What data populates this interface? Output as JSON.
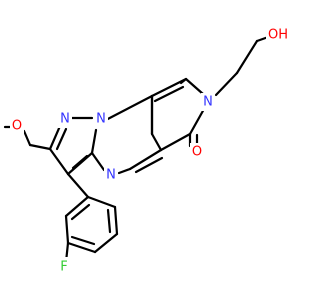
{
  "molecule": {
    "colors": {
      "bond": "#000000",
      "N": "#3333ff",
      "O": "#ff0000",
      "F": "#33cc33",
      "C": "#000000"
    },
    "atoms": {
      "O_hydroxyl": {
        "text": "OH",
        "element": "O"
      },
      "N_amide": {
        "text": "N",
        "element": "N"
      },
      "O_carbonyl": {
        "text": "O",
        "element": "O"
      },
      "N_pyr1": {
        "text": "N",
        "element": "N"
      },
      "N_pyr2": {
        "text": "N",
        "element": "N"
      },
      "N_pyrimidine": {
        "text": "N",
        "element": "N"
      },
      "O_ether": {
        "text": "O",
        "element": "O"
      },
      "F": {
        "text": "F",
        "element": "F"
      }
    }
  }
}
